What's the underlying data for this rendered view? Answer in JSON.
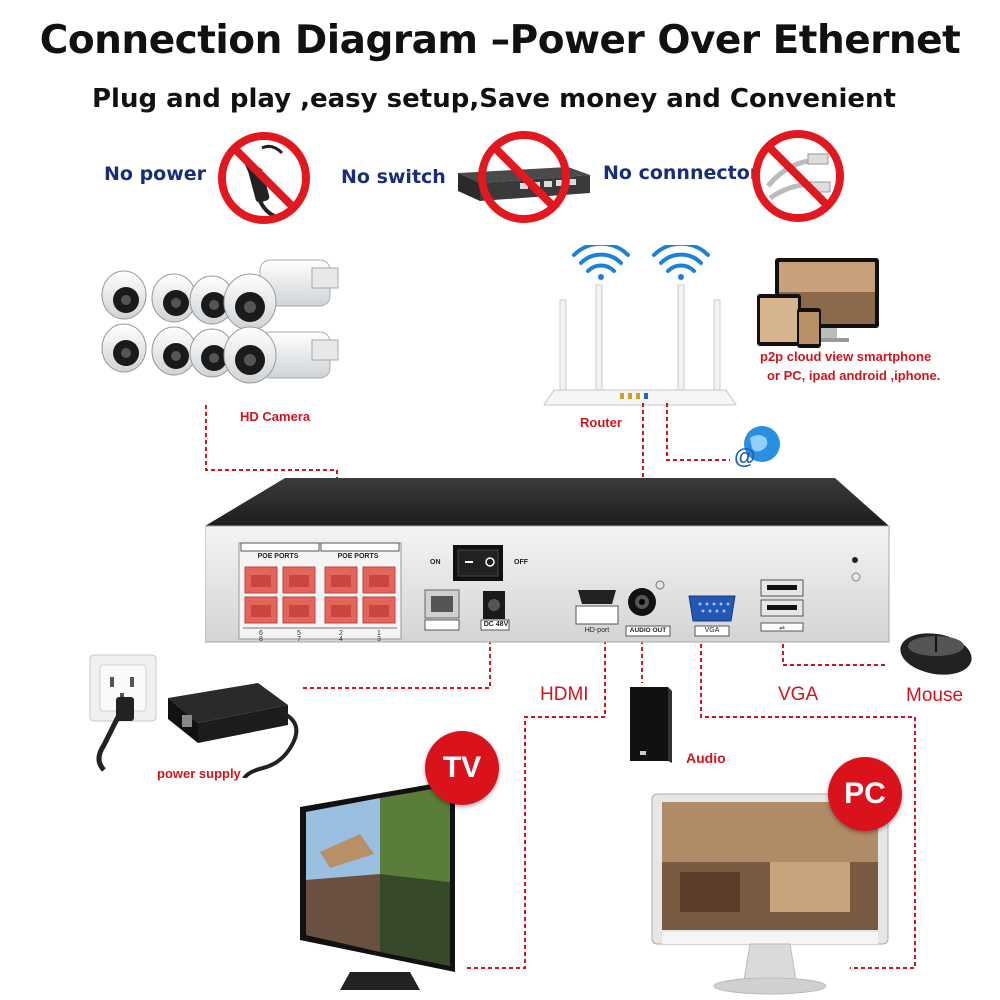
{
  "header": {
    "title": "Connection Diagram –Power Over Ethernet",
    "subtitle": "Plug and play ,easy setup,Save money and Convenient"
  },
  "no_items": [
    {
      "label": "No power",
      "icon": "power-adapter-prohibited-icon"
    },
    {
      "label": "No switch",
      "icon": "network-switch-prohibited-icon"
    },
    {
      "label": "No connnector",
      "icon": "connector-prohibited-icon"
    }
  ],
  "devices": {
    "camera_label": "HD Camera",
    "router_label": "Router",
    "p2p_text_1": "p2p cloud  view smartphone",
    "p2p_text_2": "or PC, ipad android ,iphone.",
    "power_supply_label": "power supply",
    "hdmi_label": "HDMI",
    "audio_label": "Audio",
    "vga_label": "VGA",
    "mouse_label": "Mouse",
    "tv_badge": "TV",
    "pc_badge": "PC"
  },
  "nvr": {
    "poe_ports_label": "POE PORTS",
    "on_label": "ON",
    "off_label": "OFF",
    "dc_label": "DC 48V",
    "hdmi_port_label": "HD-port",
    "audio_out_label": "AUDIO OUT",
    "vga_port_label": "VGA",
    "port_numbers_top": [
      "6",
      "5",
      "2",
      "1"
    ],
    "port_numbers_bottom": [
      "8",
      "7",
      "4",
      "3"
    ]
  },
  "colors": {
    "title": "#111111",
    "no_label": "#1a2d7a",
    "accent_red": "#d4141c",
    "poe_port": "#e3655c",
    "nvr_body": "#2a2a2a"
  }
}
